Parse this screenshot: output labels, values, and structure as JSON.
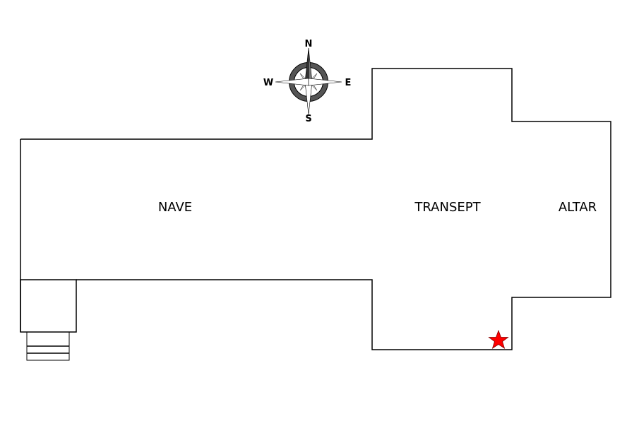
{
  "plan": {
    "rooms": [
      {
        "id": "nave",
        "label": "NAVE"
      },
      {
        "id": "transept",
        "label": "TRANSEPT"
      },
      {
        "id": "altar",
        "label": "ALTAR"
      }
    ],
    "compass": {
      "n": "N",
      "s": "S",
      "e": "E",
      "w": "W"
    },
    "marker": {
      "icon": "star-icon",
      "color": "#ff0000"
    }
  }
}
